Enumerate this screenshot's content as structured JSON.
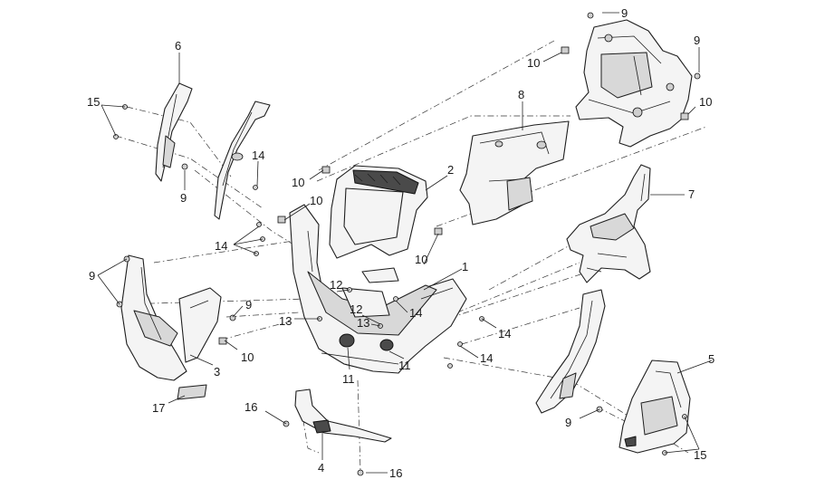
{
  "diagram": {
    "type": "exploded-parts-diagram",
    "labels": [
      {
        "id": "9-top",
        "text": "9"
      },
      {
        "id": "9-frame-right",
        "text": "9"
      },
      {
        "id": "10-frame-top",
        "text": "10"
      },
      {
        "id": "10-frame-right",
        "text": "10"
      },
      {
        "id": "8",
        "text": "8"
      },
      {
        "id": "6",
        "text": "6"
      },
      {
        "id": "15-left",
        "text": "15"
      },
      {
        "id": "14-upper",
        "text": "14"
      },
      {
        "id": "9-left-top",
        "text": "9"
      },
      {
        "id": "10-center-upper",
        "text": "10"
      },
      {
        "id": "2",
        "text": "2"
      },
      {
        "id": "10-center-mid",
        "text": "10"
      },
      {
        "id": "7",
        "text": "7"
      },
      {
        "id": "14-left-group",
        "text": "14"
      },
      {
        "id": "10-center-right",
        "text": "10"
      },
      {
        "id": "1",
        "text": "1"
      },
      {
        "id": "9-left-mid",
        "text": "9"
      },
      {
        "id": "12-left",
        "text": "12"
      },
      {
        "id": "9-left-low",
        "text": "9"
      },
      {
        "id": "13-left",
        "text": "13"
      },
      {
        "id": "12-center",
        "text": "12"
      },
      {
        "id": "14-center",
        "text": "14"
      },
      {
        "id": "13-center",
        "text": "13"
      },
      {
        "id": "14-right-upper",
        "text": "14"
      },
      {
        "id": "10-left-low",
        "text": "10"
      },
      {
        "id": "5",
        "text": "5"
      },
      {
        "id": "14-right-lower",
        "text": "14"
      },
      {
        "id": "3",
        "text": "3"
      },
      {
        "id": "11-left",
        "text": "11"
      },
      {
        "id": "11-right",
        "text": "11"
      },
      {
        "id": "17",
        "text": "17"
      },
      {
        "id": "16-left",
        "text": "16"
      },
      {
        "id": "9-bottom-right",
        "text": "9"
      },
      {
        "id": "15-right",
        "text": "15"
      },
      {
        "id": "4",
        "text": "4"
      },
      {
        "id": "16-bottom",
        "text": "16"
      }
    ]
  }
}
